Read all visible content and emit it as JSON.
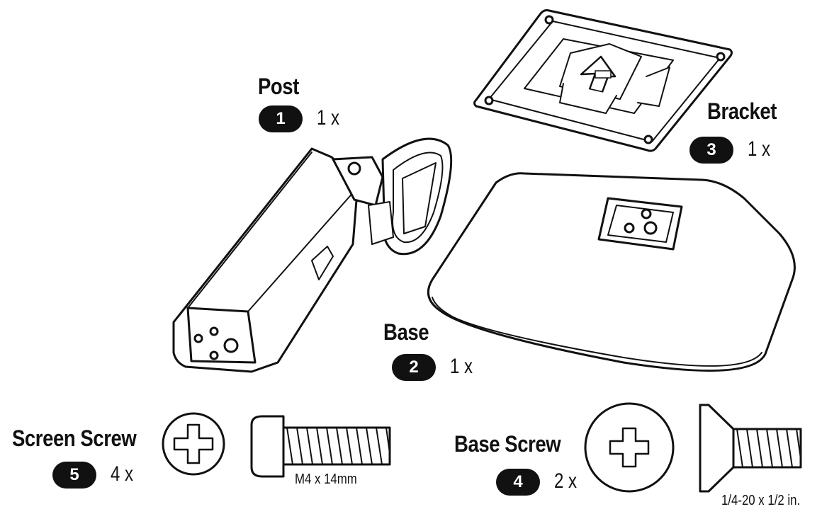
{
  "parts": {
    "post": {
      "name": "Post",
      "number": "1",
      "quantity": "1 x"
    },
    "base": {
      "name": "Base",
      "number": "2",
      "quantity": "1 x"
    },
    "bracket": {
      "name": "Bracket",
      "number": "3",
      "quantity": "1 x"
    },
    "base_screw": {
      "name": "Base Screw",
      "number": "4",
      "quantity": "2 x",
      "spec": "1/4-20 x 1/2 in."
    },
    "screen_screw": {
      "name": "Screen Screw",
      "number": "5",
      "quantity": "4 x",
      "spec": "M4 x 14mm"
    }
  },
  "colors": {
    "ink": "#111111",
    "background": "#ffffff",
    "badge_text": "#ffffff"
  }
}
